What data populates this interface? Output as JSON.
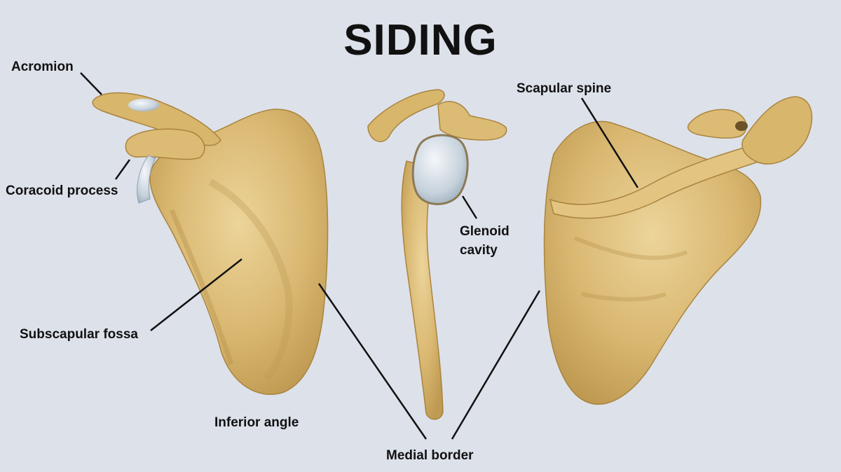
{
  "title": "SIDING",
  "colors": {
    "background": "#dde1ea",
    "bone": "#d9b770",
    "bone_shadow": "#b8924a",
    "bone_highlight": "#efd9a0",
    "cartilage": "#c9d3dc",
    "leader_line": "#111111"
  },
  "labels": {
    "acromion": "Acromion",
    "coracoid_process": "Coracoid process",
    "subscapular_fossa": "Subscapular fossa",
    "inferior_angle": "Inferior angle",
    "glenoid_cavity": "Glenoid\ncavity",
    "medial_border": "Medial border",
    "scapular_spine": "Scapular spine"
  }
}
